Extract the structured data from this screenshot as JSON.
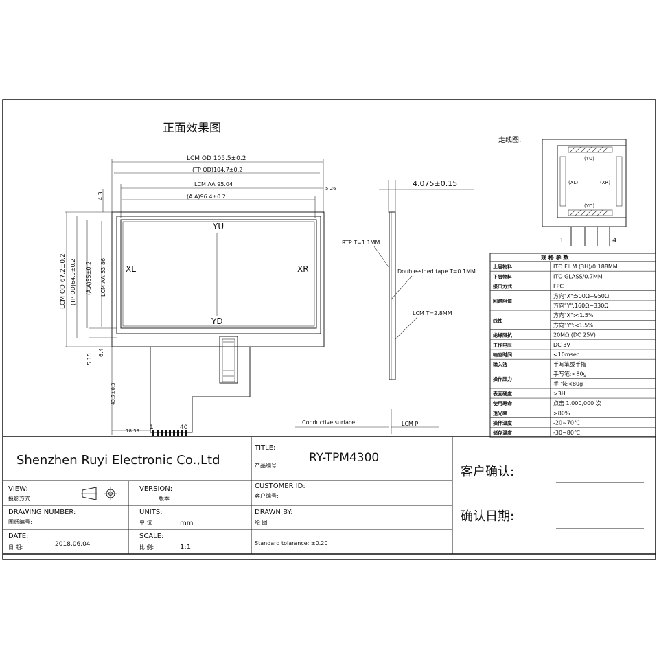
{
  "top_title": "正面效果图",
  "front_view": {
    "dims": {
      "lcm_od_w": "LCM OD 105.5±0.2",
      "tp_od_w": "(TP OD)104.7±0.2",
      "lcm_aa_w": "LCM AA 95.04",
      "aa_w": "(A.A)96.4±0.2",
      "right_small": "5.26",
      "top_gap": "4.3",
      "lcm_od_h": "LCM OD 67.2±0.2",
      "tp_od_h": "(TP OD)64.9±0.2",
      "aa_h": "(A.A)55±0.2",
      "lcm_aa_h": "LCM AA 53.86",
      "bottom_a": "5.15",
      "bottom_b": "6.4",
      "fpc_len": "43.7±0.3",
      "fpc_left": "18.59"
    },
    "labels": {
      "yu": "YU",
      "yd": "YD",
      "xl": "XL",
      "xr": "XR"
    },
    "pins": {
      "first": "1",
      "last": "40"
    }
  },
  "side_view": {
    "thickness": "4.075±0.15",
    "rtp": "RTP T=1.1MM",
    "tape": "Double-sided tape T=0.1MM",
    "lcm": "LCM T=2.8MM",
    "conductive": "Conductive surface",
    "lcm_pi": "LCM PI"
  },
  "wiring": {
    "title": "走线图:",
    "yu": "(YU)",
    "yd": "(YD)",
    "xl": "(XL)",
    "xr": "(XR)",
    "pin1": "1",
    "pin4": "4"
  },
  "spec_table": {
    "header": "规 格 参 数",
    "rows": [
      {
        "label": "上层物料",
        "values": [
          "ITO FILM (3H)/0.188MM"
        ]
      },
      {
        "label": "下层物料",
        "values": [
          "ITO GLASS/0.7MM"
        ]
      },
      {
        "label": "接口方式",
        "values": [
          "FPC"
        ]
      },
      {
        "label": "回路阻值",
        "values": [
          "方向\"X\":500Ω~950Ω",
          "方向\"Y\":160Ω~330Ω"
        ]
      },
      {
        "label": "线性",
        "values": [
          "方向\"X\":<1.5%",
          "方向\"Y\":<1.5%"
        ]
      },
      {
        "label": "绝缘阻抗",
        "values": [
          "20MΩ (DC 25V)"
        ]
      },
      {
        "label": "工作电压",
        "values": [
          "DC 3V"
        ]
      },
      {
        "label": "响应时间",
        "values": [
          "<10msec"
        ]
      },
      {
        "label": "输入法",
        "values": [
          "手写笔或手指"
        ]
      },
      {
        "label": "操作压力",
        "values": [
          "手写笔:<80g",
          "手 指:<80g"
        ]
      },
      {
        "label": "表面硬度",
        "values": [
          ">3H"
        ]
      },
      {
        "label": "使用寿命",
        "values": [
          "点击 1,000,000 次"
        ]
      },
      {
        "label": "透光率",
        "values": [
          ">80%"
        ]
      },
      {
        "label": "操作温度",
        "values": [
          "-20~70℃"
        ]
      },
      {
        "label": "储存温度",
        "values": [
          "-30~80℃"
        ]
      }
    ]
  },
  "title_block": {
    "company": "Shenzhen Ruyi Electronic Co.,Ltd",
    "title_label": "TITLE:",
    "product_no_label": "产品编号:",
    "product_no": "RY-TPM4300",
    "view_label": "VIEW:",
    "projection_label": "投影方式:",
    "version_label": "VERSION:",
    "version_cn": "版本:",
    "customer_id_label": "CUSTOMER ID:",
    "customer_no_label": "客户编号:",
    "drawing_number_label": "DRAWING NUMBER:",
    "drawing_no_cn": "图纸编号:",
    "units_label": "UNITS:",
    "unit_cn": "单 位:",
    "units_value": "mm",
    "drawn_by_label": "DRAWN BY:",
    "drawer_cn": "绘 图:",
    "date_label": "DATE:",
    "date_cn": "日 期:",
    "date_value": "2018.06.04",
    "scale_label": "SCALE:",
    "scale_cn": "比 例:",
    "scale_value": "1:1",
    "tolerance": "Standard tolarance: ±0.20",
    "customer_confirm": "客户确认:",
    "confirm_date": "确认日期:"
  }
}
